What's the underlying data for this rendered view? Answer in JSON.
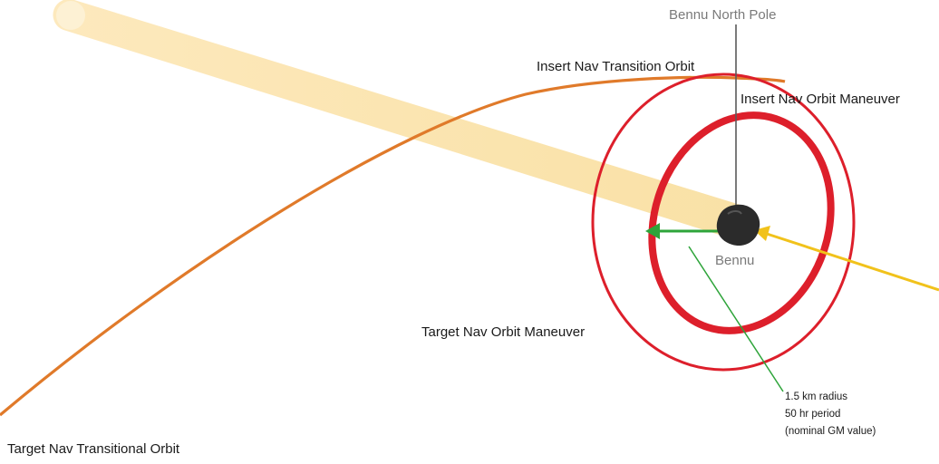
{
  "labels": {
    "north_pole": "Bennu North Pole",
    "insert_transition": "Insert Nav Transition Orbit",
    "insert_maneuver": "Insert Nav Orbit Maneuver",
    "bennu": "Bennu",
    "target_maneuver": "Target Nav Orbit Maneuver",
    "target_transitional": "Target Nav Transitional Orbit",
    "note_radius": "1.5 km radius",
    "note_period": "50 hr period",
    "note_gm": "(nominal GM value)"
  },
  "colors": {
    "sun_beam": "#fbe6b0",
    "transition_orbit": "#e07a2a",
    "nav_orbit": "#dd1f2b",
    "velocity_arrow": "#2ea43a",
    "sun_arrow": "#f1c21b",
    "pole_line": "#5a5a5a",
    "asteroid": "#2b2b2b"
  }
}
